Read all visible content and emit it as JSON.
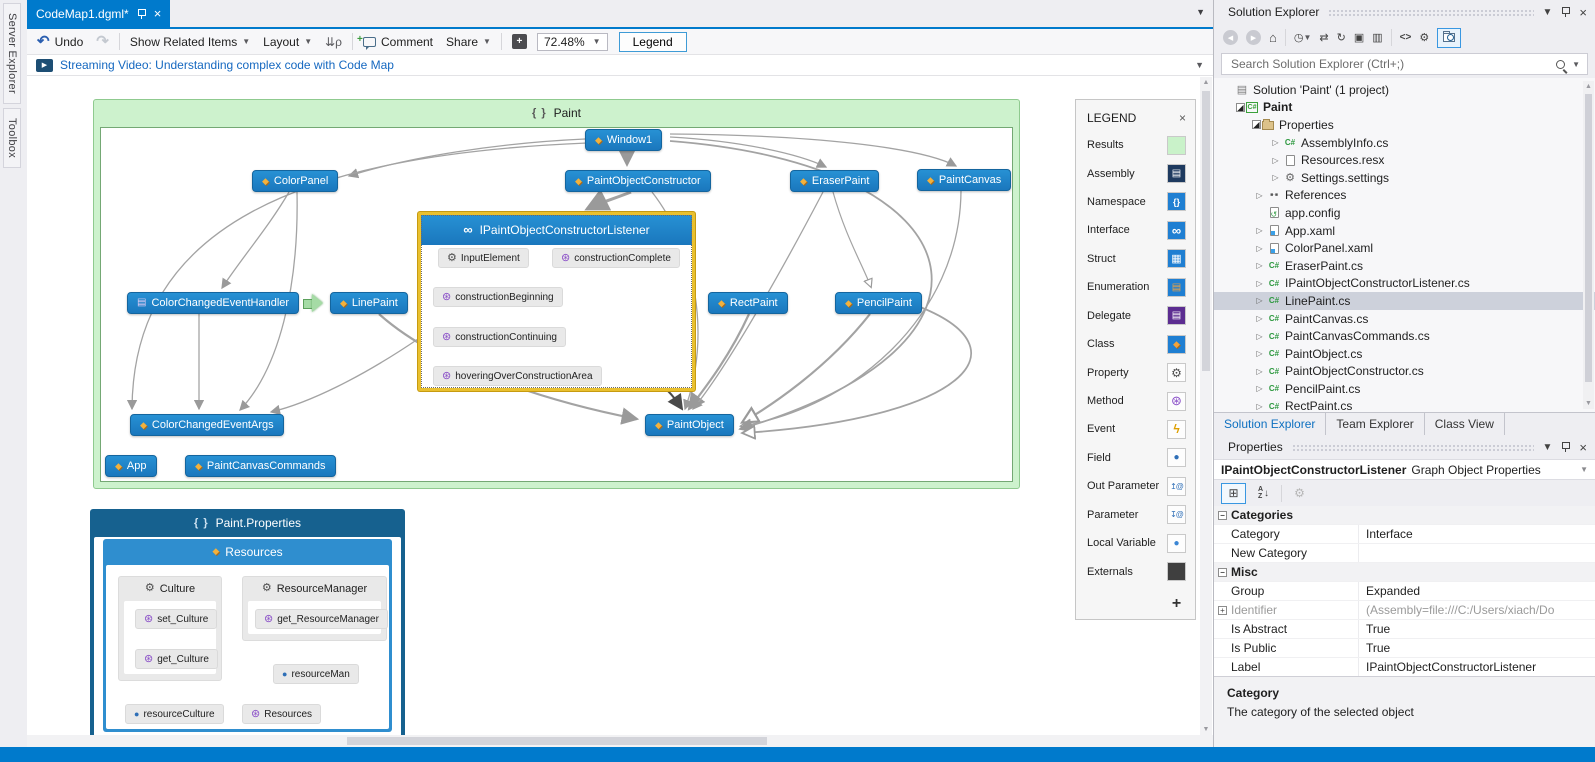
{
  "tab": {
    "title": "CodeMap1.dgml*"
  },
  "side_strip": {
    "tabs": [
      "Server Explorer",
      "Toolbox"
    ]
  },
  "doc_toolbar": {
    "undo": "Undo",
    "show_related_items": "Show Related Items",
    "layout": "Layout",
    "comment": "Comment",
    "share": "Share",
    "zoom_value": "72.48%",
    "legend_button": "Legend"
  },
  "info_bar": {
    "link": "Streaming Video: Understanding complex code with Code Map"
  },
  "code_map": {
    "container_title": "Paint",
    "nodes": [
      {
        "label": "Window1",
        "icon": "class-icon"
      },
      {
        "label": "ColorPanel",
        "icon": "class-icon"
      },
      {
        "label": "PaintObjectConstructor",
        "icon": "class-icon"
      },
      {
        "label": "EraserPaint",
        "icon": "class-icon"
      },
      {
        "label": "PaintCanvas",
        "icon": "class-icon"
      },
      {
        "label": "ColorChangedEventHandler",
        "icon": "delegate-icon"
      },
      {
        "label": "LinePaint",
        "icon": "class-icon"
      },
      {
        "label": "RectPaint",
        "icon": "class-icon"
      },
      {
        "label": "PencilPaint",
        "icon": "class-icon"
      },
      {
        "label": "ColorChangedEventArgs",
        "icon": "class-icon"
      },
      {
        "label": "PaintObject",
        "icon": "class-icon"
      },
      {
        "label": "App",
        "icon": "class-icon"
      },
      {
        "label": "PaintCanvasCommands",
        "icon": "class-icon"
      }
    ],
    "group": {
      "title": "IPaintObjectConstructorListener",
      "members": [
        {
          "label": "InputElement",
          "icon": "property-icon"
        },
        {
          "label": "constructionComplete",
          "icon": "method-icon"
        },
        {
          "label": "constructionBeginning",
          "icon": "method-icon"
        },
        {
          "label": "constructionContinuing",
          "icon": "method-icon"
        },
        {
          "label": "hoveringOverConstructionArea",
          "icon": "method-icon"
        }
      ]
    },
    "properties_container": {
      "title": "Paint.Properties",
      "resources_title": "Resources",
      "culture_title": "Culture",
      "resource_manager_title": "ResourceManager",
      "members": [
        {
          "label": "set_Culture",
          "icon": "method-icon"
        },
        {
          "label": "get_Culture",
          "icon": "method-icon"
        },
        {
          "label": "get_ResourceManager",
          "icon": "method-icon"
        },
        {
          "label": "resourceMan",
          "icon": "field-icon"
        },
        {
          "label": "resourceCulture",
          "icon": "field-icon"
        },
        {
          "label": "Resources",
          "icon": "method-icon"
        }
      ]
    }
  },
  "legend": {
    "title": "LEGEND",
    "items": [
      {
        "label": "Results",
        "type": "results"
      },
      {
        "label": "Assembly",
        "type": "assembly"
      },
      {
        "label": "Namespace",
        "type": "namespace"
      },
      {
        "label": "Interface",
        "type": "interface"
      },
      {
        "label": "Struct",
        "type": "struct"
      },
      {
        "label": "Enumeration",
        "type": "enumeration"
      },
      {
        "label": "Delegate",
        "type": "delegate"
      },
      {
        "label": "Class",
        "type": "class"
      },
      {
        "label": "Property",
        "type": "property"
      },
      {
        "label": "Method",
        "type": "method"
      },
      {
        "label": "Event",
        "type": "event"
      },
      {
        "label": "Field",
        "type": "field"
      },
      {
        "label": "Out Parameter",
        "type": "out-parameter"
      },
      {
        "label": "Parameter",
        "type": "parameter"
      },
      {
        "label": "Local Variable",
        "type": "local-variable"
      },
      {
        "label": "Externals",
        "type": "externals"
      }
    ]
  },
  "solution_explorer": {
    "title": "Solution Explorer",
    "search_placeholder": "Search Solution Explorer (Ctrl+;)",
    "tree": [
      {
        "label": "Solution 'Paint' (1 project)",
        "icon": "solution"
      },
      {
        "label": "Paint",
        "icon": "csharp-project"
      },
      {
        "label": "Properties",
        "icon": "folder"
      },
      {
        "label": "AssemblyInfo.cs",
        "icon": "csharp-file"
      },
      {
        "label": "Resources.resx",
        "icon": "file"
      },
      {
        "label": "Settings.settings",
        "icon": "settings"
      },
      {
        "label": "References",
        "icon": "references"
      },
      {
        "label": "app.config",
        "icon": "config-file"
      },
      {
        "label": "App.xaml",
        "icon": "xaml-file"
      },
      {
        "label": "ColorPanel.xaml",
        "icon": "xaml-file"
      },
      {
        "label": "EraserPaint.cs",
        "icon": "csharp-file"
      },
      {
        "label": "IPaintObjectConstructorListener.cs",
        "icon": "csharp-file"
      },
      {
        "label": "LinePaint.cs",
        "icon": "csharp-file"
      },
      {
        "label": "PaintCanvas.cs",
        "icon": "csharp-file"
      },
      {
        "label": "PaintCanvasCommands.cs",
        "icon": "csharp-file"
      },
      {
        "label": "PaintObject.cs",
        "icon": "csharp-file"
      },
      {
        "label": "PaintObjectConstructor.cs",
        "icon": "csharp-file"
      },
      {
        "label": "PencilPaint.cs",
        "icon": "csharp-file"
      },
      {
        "label": "RectPaint.cs",
        "icon": "csharp-file"
      }
    ],
    "tabs": [
      "Solution Explorer",
      "Team Explorer",
      "Class View"
    ]
  },
  "properties_panel": {
    "title": "Properties",
    "object_name": "IPaintObjectConstructorListener",
    "object_type": "Graph Object Properties",
    "sections": [
      {
        "name": "Categories",
        "rows": [
          {
            "name": "Category",
            "value": "Interface"
          },
          {
            "name": "New Category",
            "value": ""
          }
        ]
      },
      {
        "name": "Misc",
        "rows": [
          {
            "name": "Group",
            "value": "Expanded"
          },
          {
            "name": "Identifier",
            "value": "(Assembly=file:///C:/Users/xiach/Do"
          },
          {
            "name": "Is Abstract",
            "value": "True"
          },
          {
            "name": "Is Public",
            "value": "True"
          },
          {
            "name": "Label",
            "value": "IPaintObjectConstructorListener"
          }
        ]
      }
    ],
    "description_title": "Category",
    "description_text": "The category of the selected object"
  }
}
